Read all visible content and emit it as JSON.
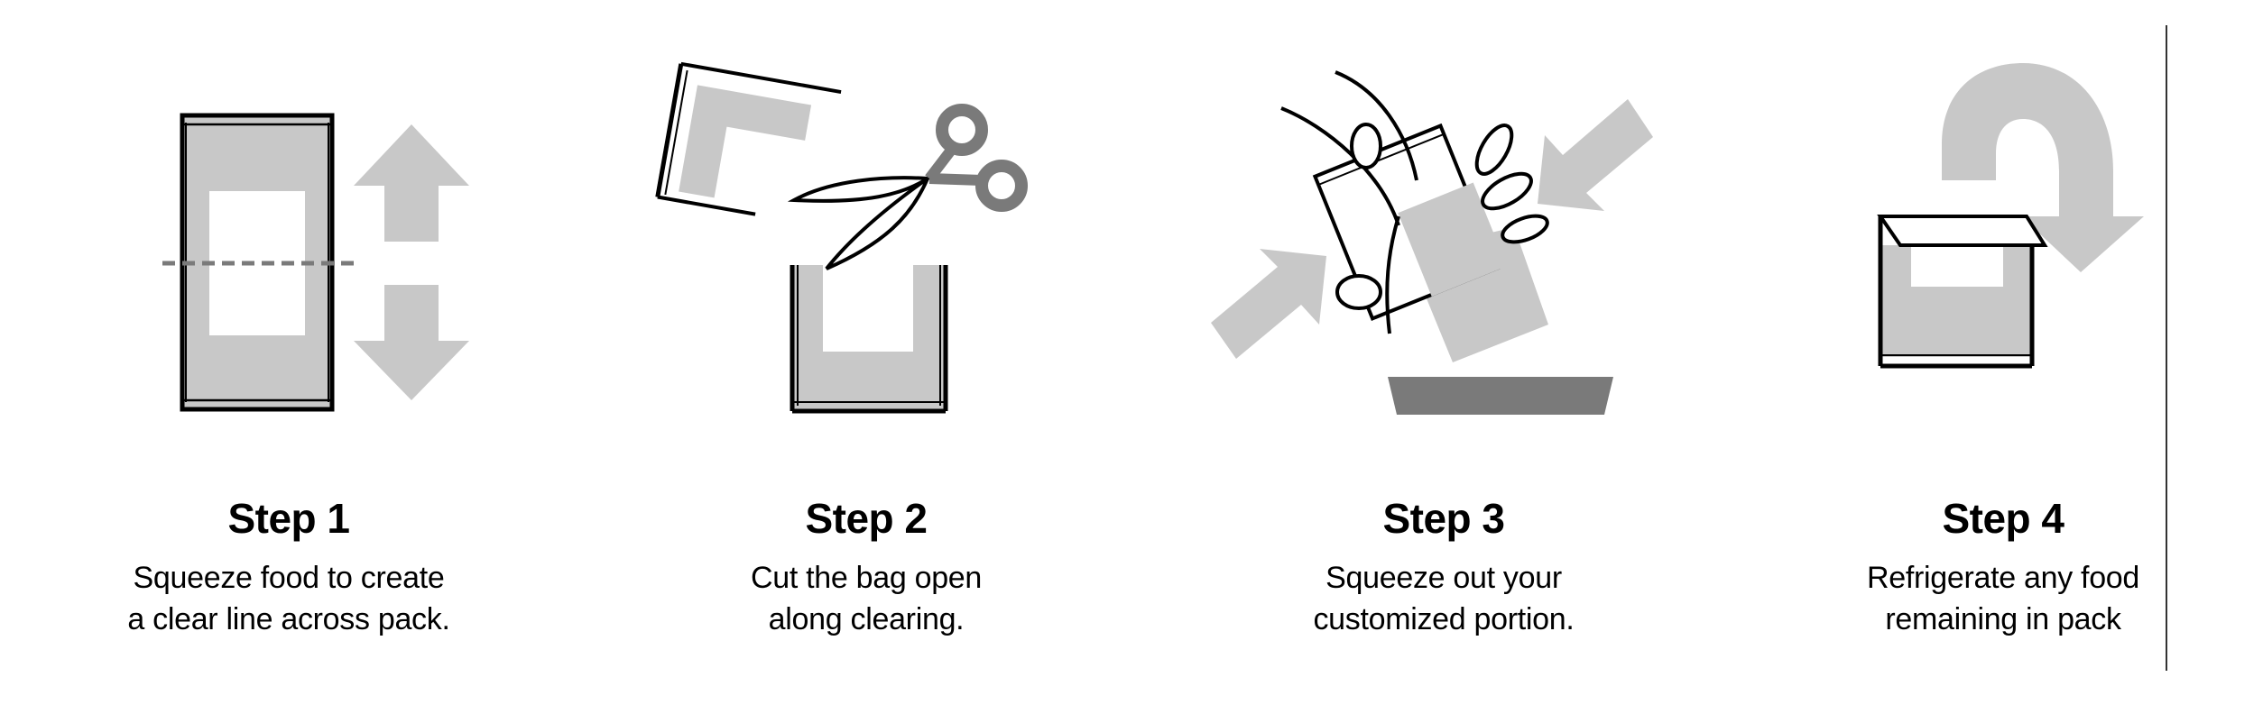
{
  "steps": [
    {
      "title": "Step 1",
      "desc": [
        "Squeeze food to create",
        "a clear line across pack."
      ],
      "icon": "squeeze-pack-icon"
    },
    {
      "title": "Step 2",
      "desc": [
        "Cut the bag open",
        "along clearing."
      ],
      "icon": "cut-bag-scissors-icon"
    },
    {
      "title": "Step 3",
      "desc": [
        "Squeeze out your",
        "customized portion."
      ],
      "icon": "squeeze-out-portion-icon"
    },
    {
      "title": "Step 4",
      "desc": [
        "Refrigerate any food",
        "remaining in pack"
      ],
      "icon": "refrigerate-pack-icon"
    }
  ],
  "colors": {
    "light_gray": "#c8c8c8",
    "dark_gray": "#7a7a7a",
    "ink": "#000000"
  }
}
